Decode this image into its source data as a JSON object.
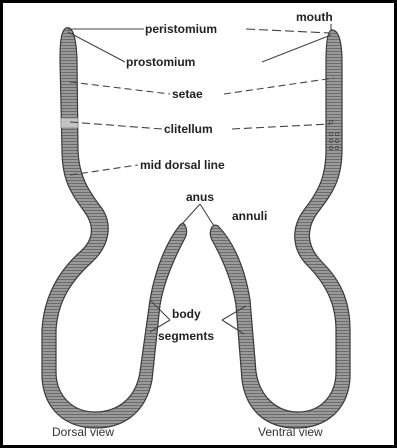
{
  "labels": {
    "peristomium": "peristomium",
    "mouth": "mouth",
    "prostomium": "prostomium",
    "setae": "setae",
    "clitellum": "clitellum",
    "mid_dorsal_line": "mid dorsal line",
    "anus": "anus",
    "annuli": "annuli",
    "body_line1": "body",
    "body_line2": "segments"
  },
  "views": {
    "dorsal": "Dorsal view",
    "ventral": "Ventral view"
  },
  "colors": {
    "body_fill": "#9a9a9a",
    "segment_line": "#5e5e5e",
    "outline": "#3a3a3a",
    "clitellum": "#c4c4c4",
    "pointer": "#444444",
    "frame": "#000000"
  }
}
